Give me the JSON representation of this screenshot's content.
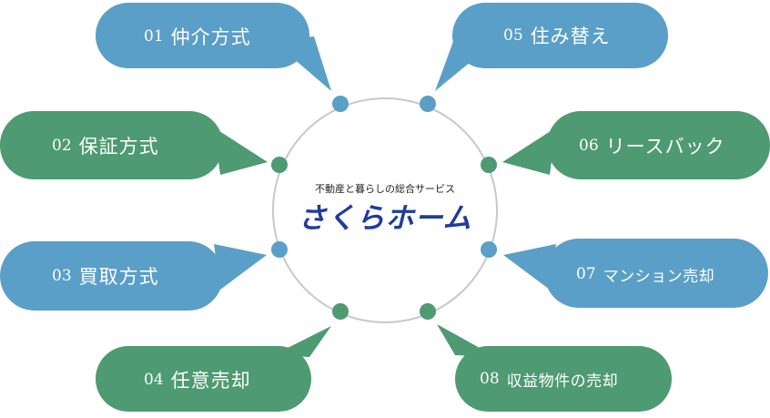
{
  "center": {
    "tagline": "不動産と暮らしの総合サービス",
    "logo_text": "さくらホーム"
  },
  "items": [
    {
      "num": "01",
      "label": "仲介方式",
      "color": "blue"
    },
    {
      "num": "02",
      "label": "保証方式",
      "color": "green"
    },
    {
      "num": "03",
      "label": "買取方式",
      "color": "blue"
    },
    {
      "num": "04",
      "label": "任意売却",
      "color": "green"
    },
    {
      "num": "05",
      "label": "住み替え",
      "color": "blue"
    },
    {
      "num": "06",
      "label": "リースバック",
      "color": "green"
    },
    {
      "num": "07",
      "label": "マンション売却",
      "color": "blue"
    },
    {
      "num": "08",
      "label": "収益物件の売却",
      "color": "green"
    }
  ],
  "colors": {
    "blue": "#5a9fc8",
    "green": "#4e9a72",
    "ring": "#c8c8c8",
    "logo": "#1e3d9c"
  }
}
